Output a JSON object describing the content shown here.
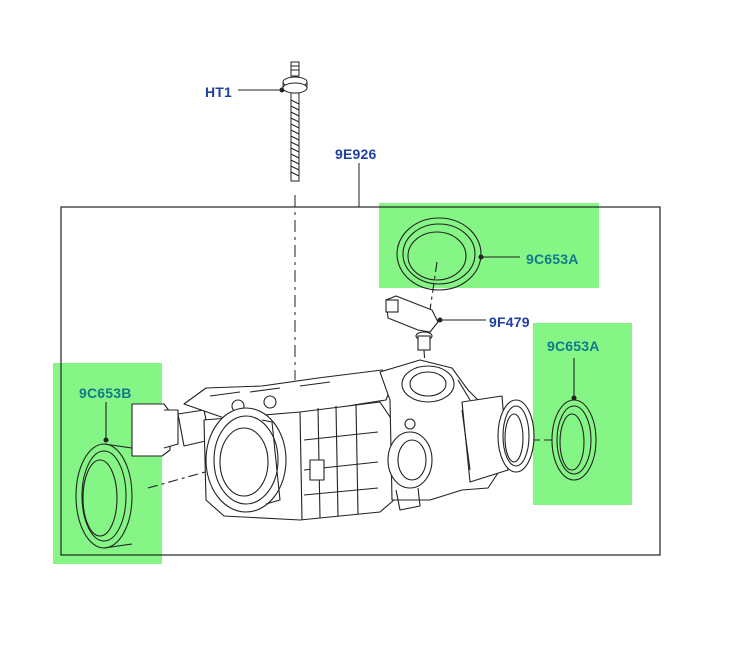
{
  "callouts": {
    "bolt": "HT1",
    "assembly": "9E926",
    "seal_top": "9C653A",
    "sensor": "9F479",
    "seal_right": "9C653A",
    "seal_left": "9C653B"
  },
  "colors": {
    "label_blue": "#1f3fa3",
    "label_teal": "#117a8a",
    "highlight": "#85f585",
    "line": "#222222"
  }
}
